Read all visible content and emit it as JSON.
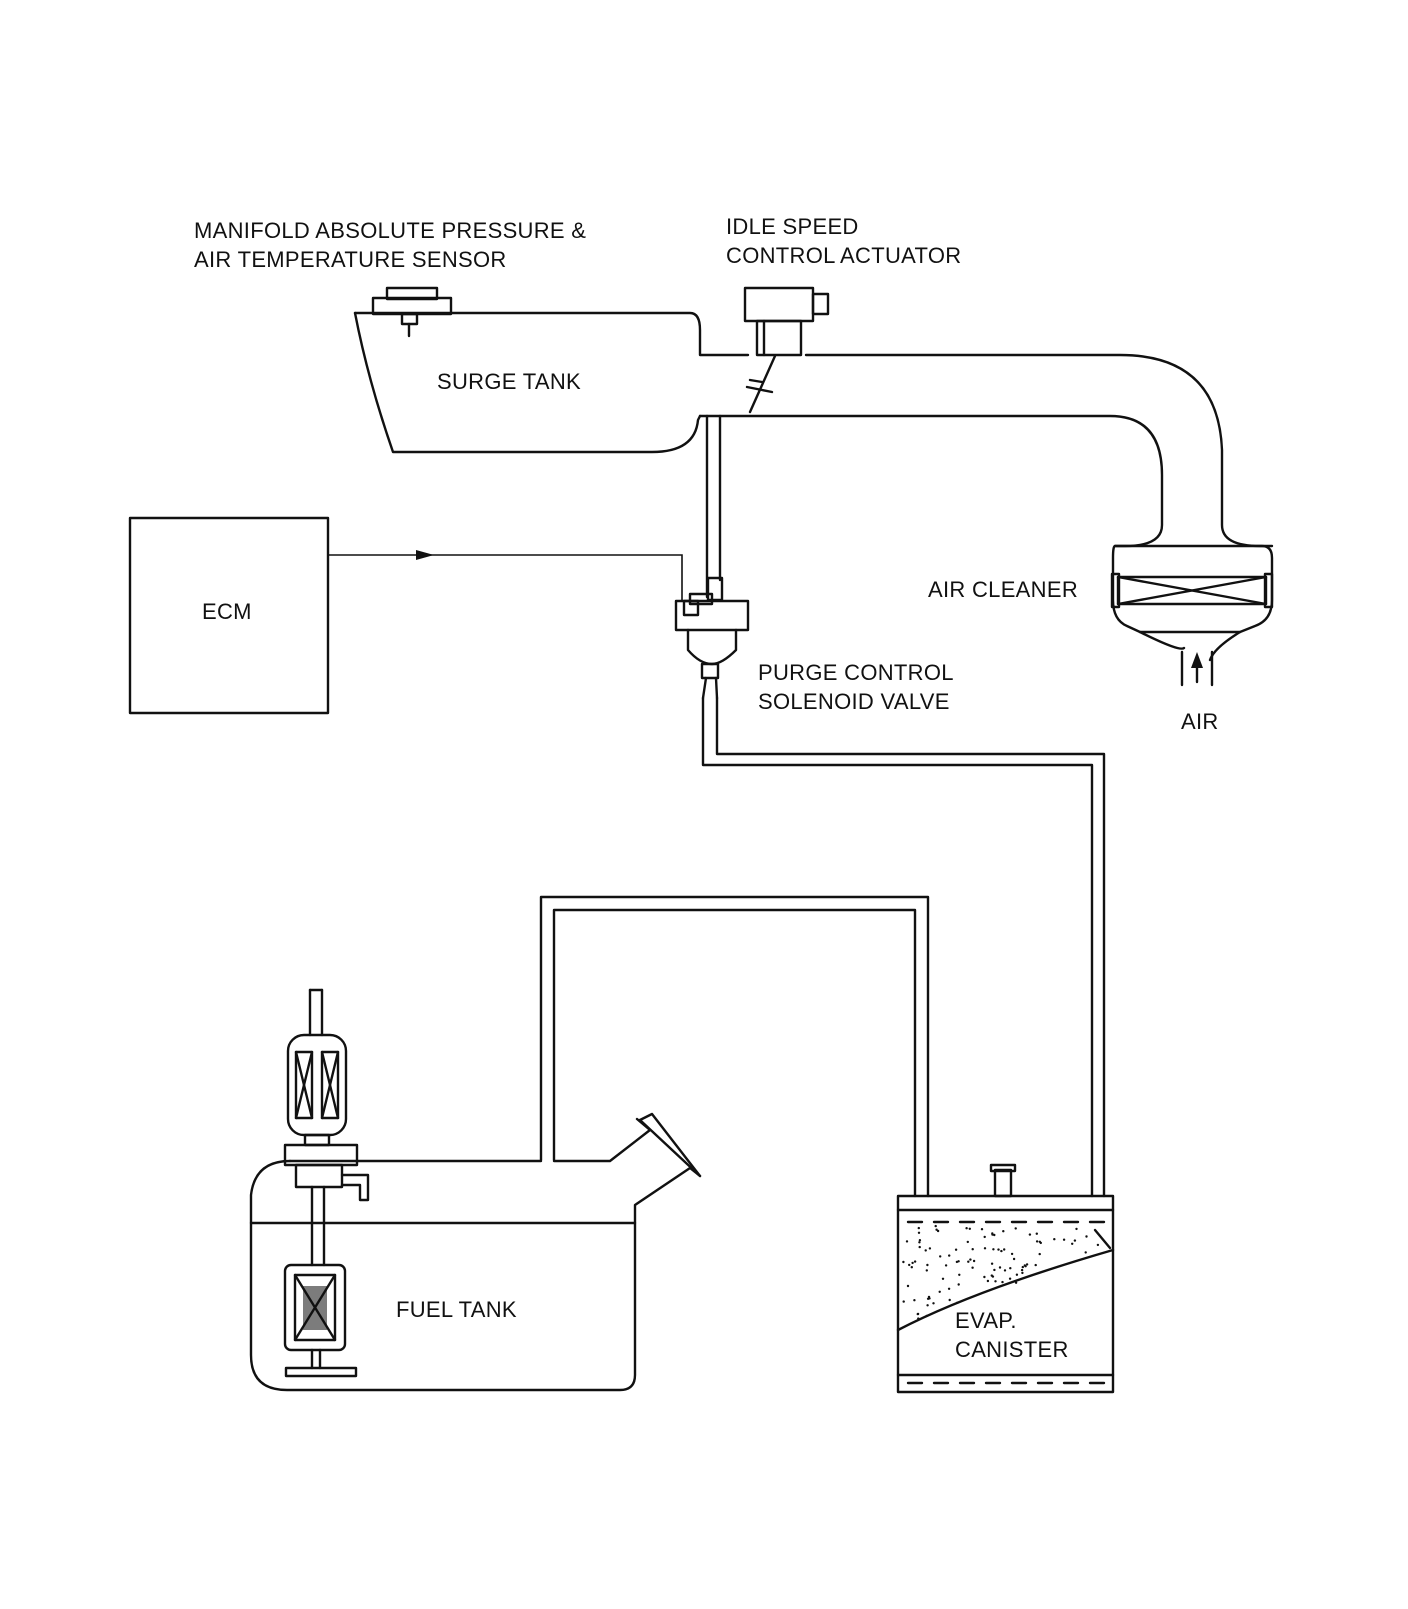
{
  "labels": {
    "map_sensor_line1": "MANIFOLD ABSOLUTE PRESSURE &",
    "map_sensor_line2": "AIR TEMPERATURE SENSOR",
    "isc_line1": "IDLE SPEED",
    "isc_line2": "CONTROL ACTUATOR",
    "surge_tank": "SURGE TANK",
    "ecm": "ECM",
    "air_cleaner": "AIR CLEANER",
    "purge_line1": "PURGE CONTROL",
    "purge_line2": "SOLENOID VALVE",
    "air": "AIR",
    "fuel_tank": "FUEL TANK",
    "canister_line1": "EVAP.",
    "canister_line2": "CANISTER"
  },
  "icons": [
    "map-sensor-icon",
    "idle-speed-actuator-icon",
    "throttle-valve-icon",
    "purge-solenoid-valve-icon",
    "air-filter-element-icon",
    "air-inlet-arrow-icon",
    "fuel-filter-icon",
    "fuel-pump-icon",
    "canister-charcoal-icon"
  ],
  "colors": {
    "line": "#111111",
    "background": "#ffffff"
  }
}
